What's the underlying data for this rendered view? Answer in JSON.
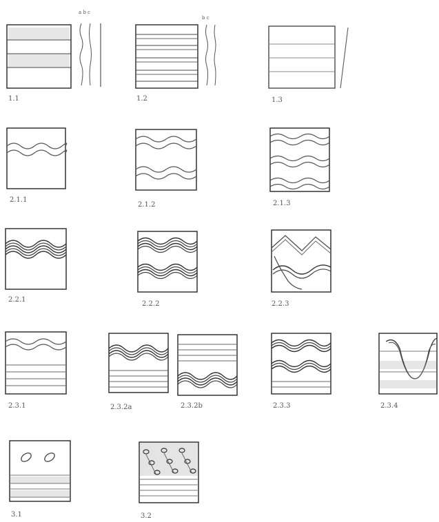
{
  "figures": [
    {
      "id": "1.1",
      "label": "1.1"
    },
    {
      "id": "1.2",
      "label": "1.2"
    },
    {
      "id": "1.3",
      "label": "1.3"
    },
    {
      "id": "2.1.1",
      "label": "2.1.1"
    },
    {
      "id": "2.1.2",
      "label": "2.1.2"
    },
    {
      "id": "2.1.3",
      "label": "2.1.3"
    },
    {
      "id": "2.2.1",
      "label": "2.2.1"
    },
    {
      "id": "2.2.2",
      "label": "2.2.2"
    },
    {
      "id": "2.2.3",
      "label": "2.2.3"
    },
    {
      "id": "2.3.1",
      "label": "2.3.1"
    },
    {
      "id": "2.3.2a",
      "label": "2.3.2a"
    },
    {
      "id": "2.3.2b",
      "label": "2.3.2b"
    },
    {
      "id": "2.3.3",
      "label": "2.3.3"
    },
    {
      "id": "2.3.4",
      "label": "2.3.4"
    },
    {
      "id": "3.1",
      "label": "3.1"
    },
    {
      "id": "3.2",
      "label": "3.2"
    }
  ],
  "profile_letters_1": "a  b  c",
  "profile_letters_2": "b  c",
  "colors": {
    "ink": "#3a3a3a",
    "shade": "#e2e2e2",
    "frame": "#4a4a4a"
  }
}
